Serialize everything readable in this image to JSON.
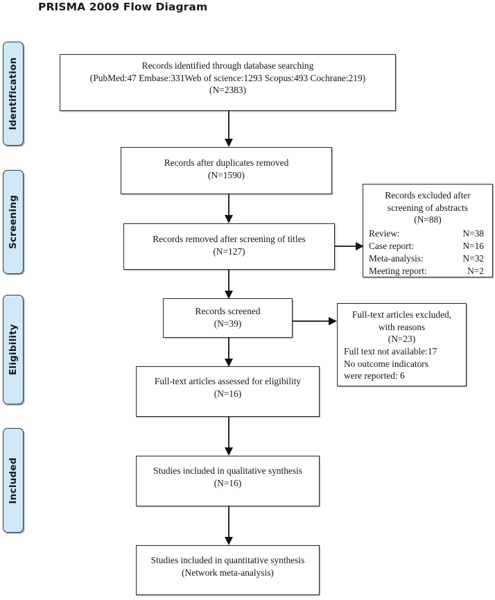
{
  "title": "PRISMA 2009 Flow Diagram",
  "stages": [
    {
      "id": "identification",
      "label": "Identification"
    },
    {
      "id": "screening",
      "label": "Screening"
    },
    {
      "id": "eligibility",
      "label": "Eligibility"
    },
    {
      "id": "included",
      "label": "Included"
    }
  ],
  "boxes": {
    "identified": {
      "line1": "Records identified through database searching",
      "line2": "(PubMed:47 Embase:331Web of science:1293 Scopus:493 Cochrane:219)",
      "line3": "(N=2383)"
    },
    "duplicates_removed": {
      "line1": "Records after duplicates removed",
      "line2": "(N=1590)"
    },
    "titles_removed": {
      "line1": "Records removed after screening of titles",
      "line2": "(N=127)"
    },
    "records_screened": {
      "line1": "Records screened",
      "line2": "(N=39)"
    },
    "fulltext_assessed": {
      "line1": "Full-text articles assessed for eligibility",
      "line2": "(N=16)"
    },
    "qualitative": {
      "line1": "Studies included in qualitative synthesis",
      "line2": "(N=16)"
    },
    "quantitative": {
      "line1": "Studies included in quantitative synthesis",
      "line2": "(Network meta-analysis)"
    },
    "abstracts_excluded": {
      "line1": "Records excluded after",
      "line2": "screening of abstracts",
      "line3": "(N=88)",
      "reasons": [
        {
          "label": "Review:",
          "value": "N=38"
        },
        {
          "label": "Case report:",
          "value": "N=16"
        },
        {
          "label": "Meta-analysis:",
          "value": "N=32"
        },
        {
          "label": "Meeting report:",
          "value": "N=2"
        }
      ]
    },
    "fulltext_excluded": {
      "line1": "Full-text articles excluded,",
      "line2": "with reasons",
      "line3": "(N=23)",
      "reason_lines": [
        "Full text not available:17",
        "No outcome indicators",
        "were reported: 6"
      ]
    }
  },
  "colors": {
    "stage_fill": "#cde9fa",
    "stage_border": "#2b3a45",
    "box_border": "#222222",
    "connector": "#111111",
    "text": "#141414"
  }
}
